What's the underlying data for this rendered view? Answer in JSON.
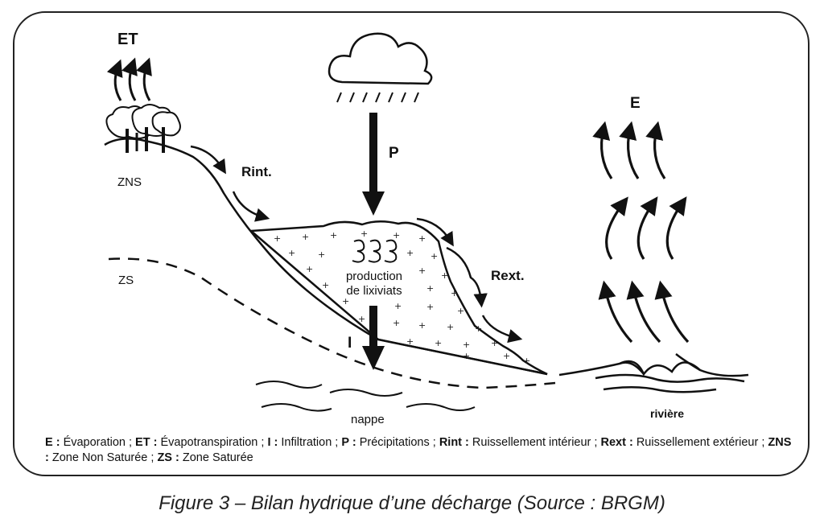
{
  "labels": {
    "et": "ET",
    "zns": "ZNS",
    "zs": "ZS",
    "rint": "Rint.",
    "p": "P",
    "i": "I",
    "rext": "Rext.",
    "e": "E",
    "production_line1": "production",
    "production_line2": "de lixiviats",
    "nappe": "nappe",
    "riviere": "rivière"
  },
  "legend": [
    {
      "key": "E",
      "sep": " : ",
      "desc": "Évaporation",
      "tail": " ; "
    },
    {
      "key": "ET",
      "sep": " : ",
      "desc": "Évapotranspiration",
      "tail": " ; "
    },
    {
      "key": "I",
      "sep": " : ",
      "desc": "Infiltration",
      "tail": " ; "
    },
    {
      "key": "P",
      "sep": " : ",
      "desc": "Précipitations",
      "tail": " ; "
    },
    {
      "key": "Rint",
      "sep": " : ",
      "desc": "Ruissellement intérieur",
      "tail": " ; "
    },
    {
      "key": "Rext",
      "sep": " : ",
      "desc": "Ruissellement extérieur",
      "tail": " ; "
    },
    {
      "key": "ZNS",
      "sep": " : ",
      "desc": "Zone Non Saturée",
      "tail": " ; "
    },
    {
      "key": "ZS",
      "sep": " : ",
      "desc": "Zone Saturée",
      "tail": ""
    }
  ],
  "caption": "Figure 3 – Bilan hydrique d’une décharge (Source : BRGM)"
}
